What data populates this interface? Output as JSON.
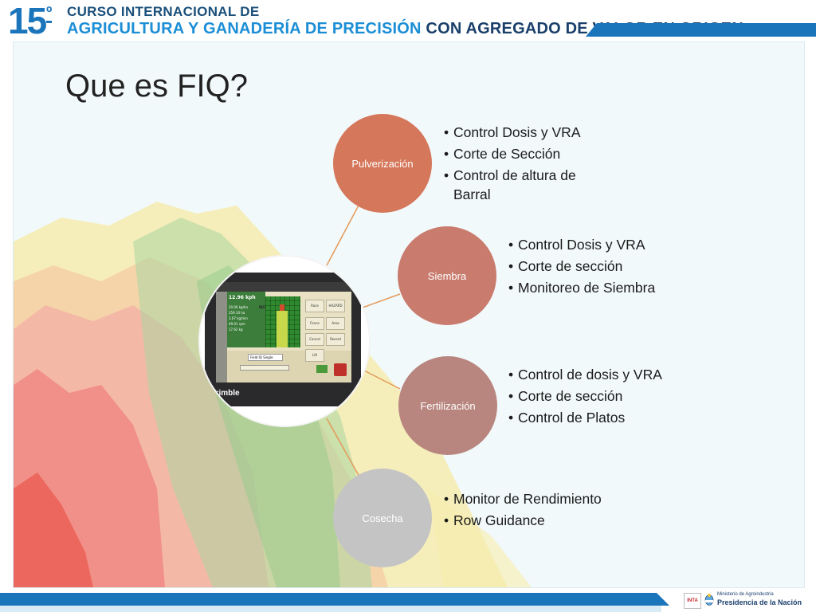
{
  "header": {
    "edition_number": "15",
    "edition_ordinal": "º",
    "line1": "CURSO INTERNACIONAL DE",
    "line2_part1": "AGRICULTURA Y GANADERÍA DE PRECISIÓN",
    "line2_part2": "CON AGREGADO DE VALOR EN ORIGEN"
  },
  "slide": {
    "title": "Que es FIQ?"
  },
  "diagram": {
    "device": {
      "speed": "12.96 kph",
      "na": "n/a",
      "readout": "20.00 kg/ha\n259.10 ha\n3.67 kg/min\n49.01 rpm\n17.62 kg",
      "buttons": [
        "Race",
        "HAZARD",
        "Fence",
        "Area",
        "Cancel",
        "Record",
        "Lift"
      ],
      "combo": "Field IQ Single",
      "brand": "Trimble"
    },
    "nodes": [
      {
        "label": "Pulverización",
        "bullets": [
          "Control Dosis y VRA",
          "Corte de Sección",
          "Control de altura de Barral"
        ]
      },
      {
        "label": "Siembra",
        "bullets": [
          "Control Dosis y VRA",
          "Corte de sección",
          "Monitoreo de Siembra"
        ]
      },
      {
        "label": "Fertilización",
        "bullets": [
          "Control de dosis y VRA",
          "Corte de sección",
          "Control de Platos"
        ]
      },
      {
        "label": "Cosecha",
        "bullets": [
          "Monitor de Rendimiento",
          "Row Guidance"
        ]
      }
    ]
  },
  "footer": {
    "inta": "INTA",
    "ministry": "Ministerio de Agroindustria",
    "presidency": "Presidencia de la Nación"
  },
  "colors": {
    "brand_blue": "#1b75bb",
    "node_pulverizacion": "#d5775a",
    "node_siembra": "#c97c6e",
    "node_fertilizacion": "#b8867f",
    "node_cosecha": "#c4c4c4",
    "connector": "#e39a5a"
  }
}
